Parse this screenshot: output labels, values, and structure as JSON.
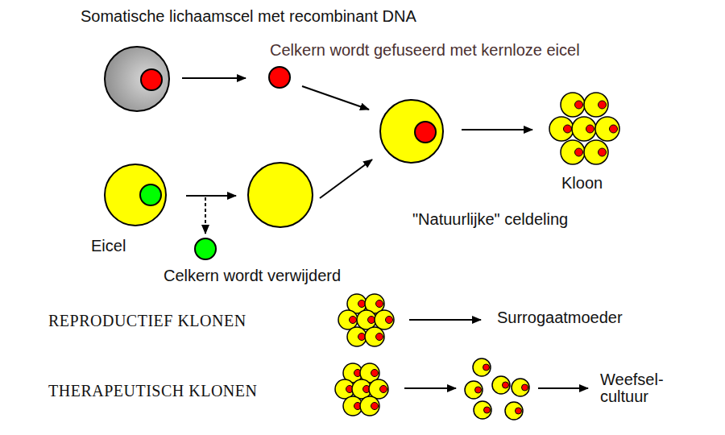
{
  "diagram": {
    "labels": [
      "Somatische lichaamscel met recombinant DNA",
      "Celkern wordt gefuseerd met kernloze eicel",
      "Eicel",
      "Celkern wordt verwijderd",
      "Kloon",
      "\"Natuurlijke\" celdeling",
      "REPRODUCTIEF KLONEN",
      "Surrogaatmoeder",
      "THERAPEUTISCH KLONEN",
      "Weefsel- cultuur"
    ]
  }
}
